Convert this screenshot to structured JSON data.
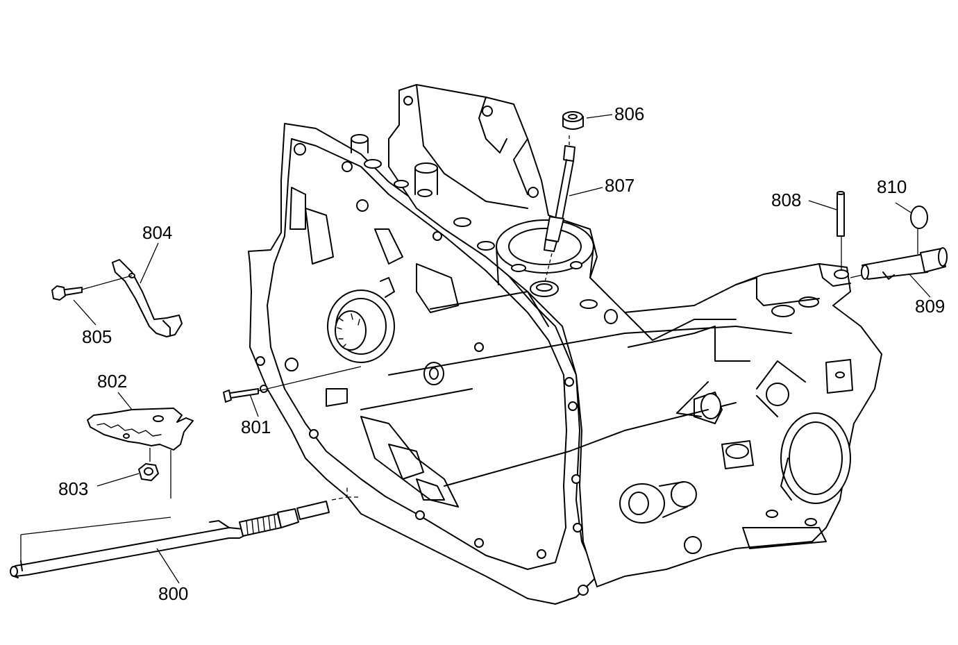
{
  "callouts": {
    "c800": "800",
    "c801": "801",
    "c802": "802",
    "c803": "803",
    "c804": "804",
    "c805": "805",
    "c806": "806",
    "c807": "807",
    "c808": "808",
    "c809": "809",
    "c810": "810"
  }
}
